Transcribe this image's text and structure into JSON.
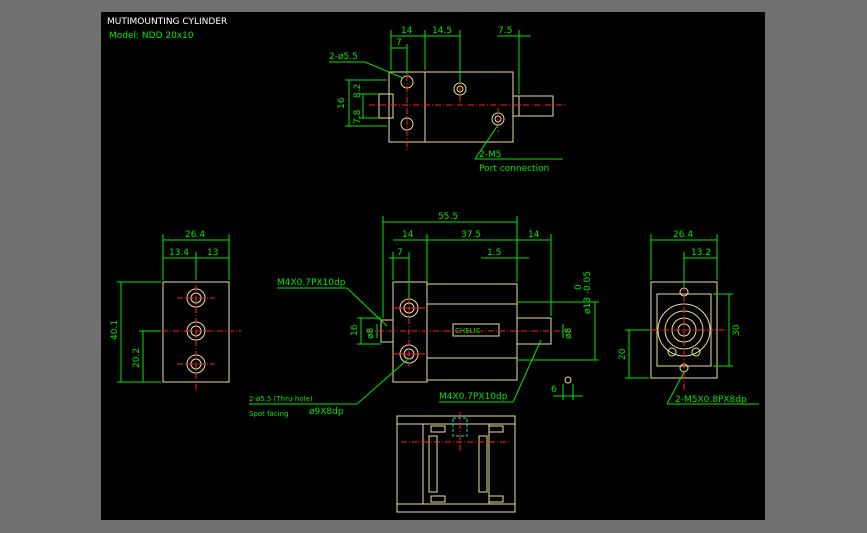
{
  "title": "MUTIMOUNTING CYLINDER",
  "model": "Model: NDD 20x10",
  "top_view": {
    "dims": [
      "14",
      "14.5",
      "7.5",
      "7"
    ],
    "vdims": [
      "16",
      "7.8",
      "8.2"
    ],
    "hole_label": "2-ø5.5",
    "port_label": "2-M5",
    "port_note": "Port connection"
  },
  "left_view": {
    "dims": [
      "26.4",
      "13.4",
      "13"
    ],
    "vdims": [
      "40.1",
      "20.2"
    ]
  },
  "front_view": {
    "dims": [
      "55.5",
      "14",
      "37.5",
      "14",
      "7",
      "1.5"
    ],
    "vdims": [
      "16",
      "ø8",
      "ø8"
    ],
    "tol": "ø13 -0.05",
    "tol_top": "0",
    "thread_left": "M4X0.7PX10dp",
    "thread_right": "M4X0.7PX10dp",
    "hole_note": "2-ø5.5 (Thru-hole)",
    "spot_note": "Spot facing",
    "spot_size": "ø9X8dp",
    "rod_dim": "6",
    "logo": "CHELIC"
  },
  "right_view": {
    "dims": [
      "26.4",
      "13.2"
    ],
    "vdims": [
      "20",
      "30"
    ],
    "thread_label": "2-M5X0.8PX8dp"
  }
}
